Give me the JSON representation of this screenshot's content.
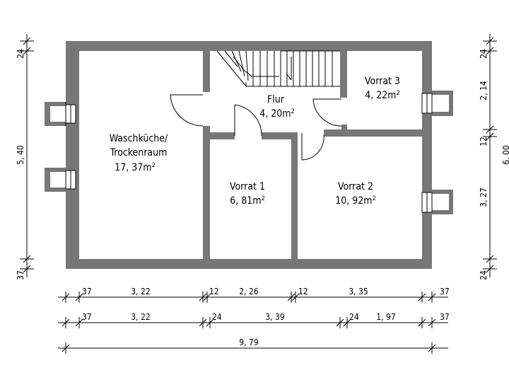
{
  "rooms": {
    "wasch_line1": "Waschküche/",
    "wasch_line2": "Trockenraum",
    "wasch_area": "17, 37m",
    "flur_name": "Flur",
    "flur_area": "4, 20m",
    "vorrat1_name": "Vorrat 1",
    "vorrat1_area": "6, 81m",
    "vorrat2_name": "Vorrat 2",
    "vorrat2_area": "10, 92m",
    "vorrat3_name": "Vorrat 3",
    "vorrat3_area": "4, 22m",
    "area_unit_exp": "2"
  },
  "dims": {
    "row1": [
      "37",
      "3, 22",
      "12",
      "2, 26",
      "12",
      "3, 35",
      "37"
    ],
    "row2": [
      "37",
      "3, 22",
      "24",
      "3, 39",
      "24",
      "1, 97",
      "37"
    ],
    "row3": [
      "9, 79"
    ],
    "left": [
      "24",
      "5, 40",
      "37"
    ],
    "right": [
      "24",
      "2, 14",
      "12",
      "3, 27",
      "24",
      "6, 00"
    ]
  }
}
